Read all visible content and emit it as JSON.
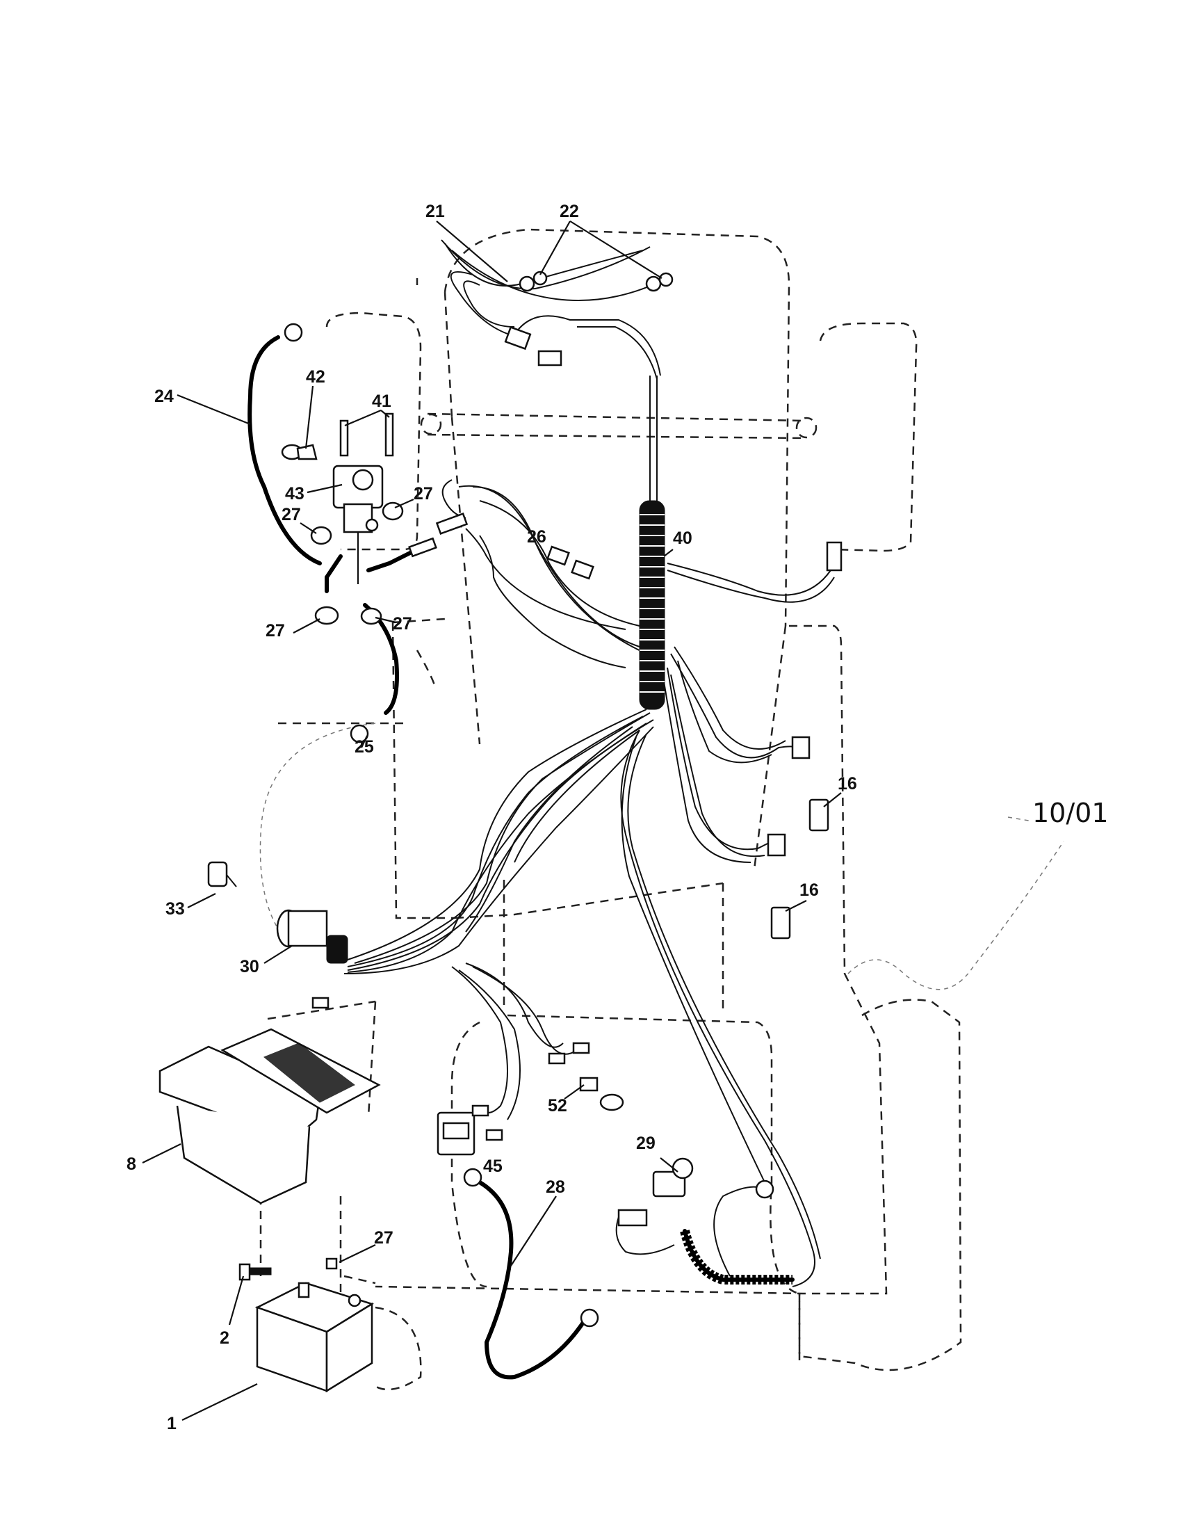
{
  "date_code": "10/01",
  "callouts": {
    "c1": "1",
    "c2": "2",
    "c8": "8",
    "c16a": "16",
    "c16b": "16",
    "c21": "21",
    "c22": "22",
    "c24": "24",
    "c25": "25",
    "c26": "26",
    "c27a": "27",
    "c27b": "27",
    "c27c": "27",
    "c27d": "27",
    "c27e": "27",
    "c28": "28",
    "c29": "29",
    "c30": "30",
    "c33": "33",
    "c40": "40",
    "c41": "41",
    "c42": "42",
    "c43": "43",
    "c45": "45",
    "c52": "52"
  }
}
